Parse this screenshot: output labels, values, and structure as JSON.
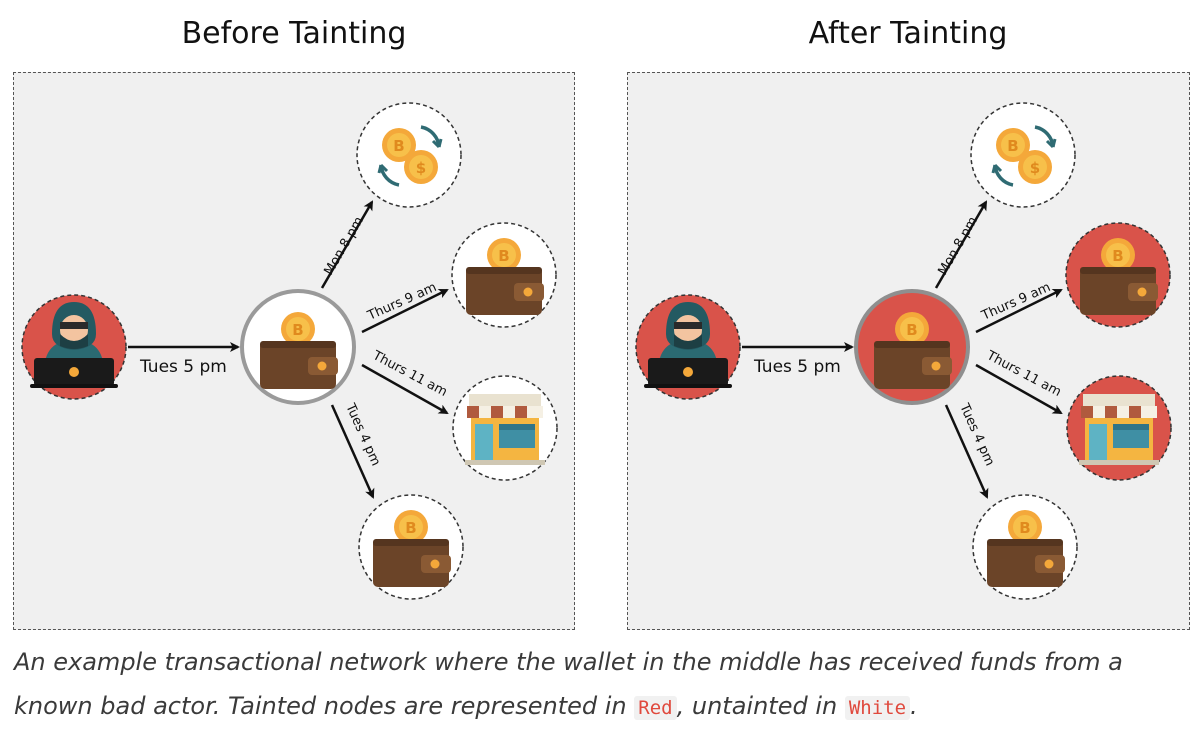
{
  "panels": {
    "before": {
      "title": "Before Tainting",
      "labels": {
        "tues5": "Tues 5 pm",
        "mon8": "Mon 8 pm",
        "thurs9": "Thurs 9 am",
        "thurs11": "Thurs 11 am",
        "tues4": "Tues 4 pm"
      }
    },
    "after": {
      "title": "After Tainting",
      "labels": {
        "tues5": "Tues 5 pm",
        "mon8": "Mon 8 pm",
        "thurs9": "Thurs 9 am",
        "thurs11": "Thurs 11 am",
        "tues4": "Tues 4 pm"
      }
    }
  },
  "caption": {
    "part1": "An example transactional network where the wallet in the middle has received funds from a known bad actor. Tainted nodes are represented in ",
    "red_word": "Red",
    "part2": ", untainted in ",
    "white_word": "White",
    "part3": "."
  },
  "colors": {
    "tainted": "#d9534a",
    "untainted": "#ffffff",
    "panel_bg": "#f0f0f0",
    "code_text": "#e0493d"
  },
  "icons": {
    "source": "hacker-icon",
    "center": "wallet-icon",
    "exchange": "coin-exchange-icon",
    "store": "storefront-icon"
  }
}
